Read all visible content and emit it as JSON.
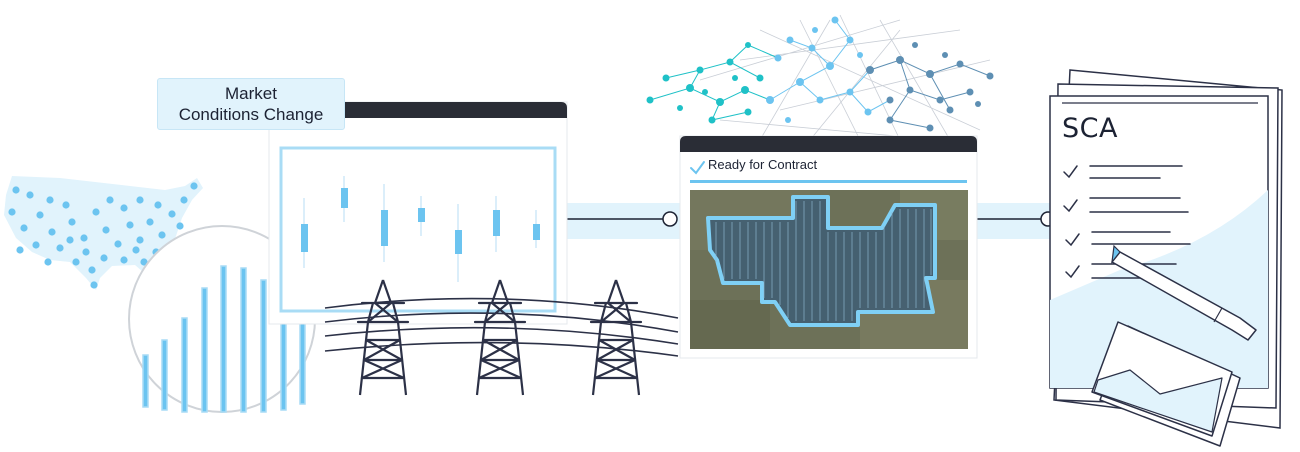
{
  "market_label": {
    "line1": "Market",
    "line2": "Conditions Change"
  },
  "contract_card": {
    "status_text": "Ready for Contract",
    "status_icon": "checkmark-icon"
  },
  "document": {
    "title": "SCA",
    "checklist_icon": "checkmark-icon"
  },
  "colors": {
    "navy": "#1c2233",
    "light_blue": "#6cc4f0",
    "pale_blue": "#e1f3fc",
    "teal": "#1fc1c7",
    "steel_blue": "#5e8fb3",
    "card_header": "#2a2d36"
  }
}
